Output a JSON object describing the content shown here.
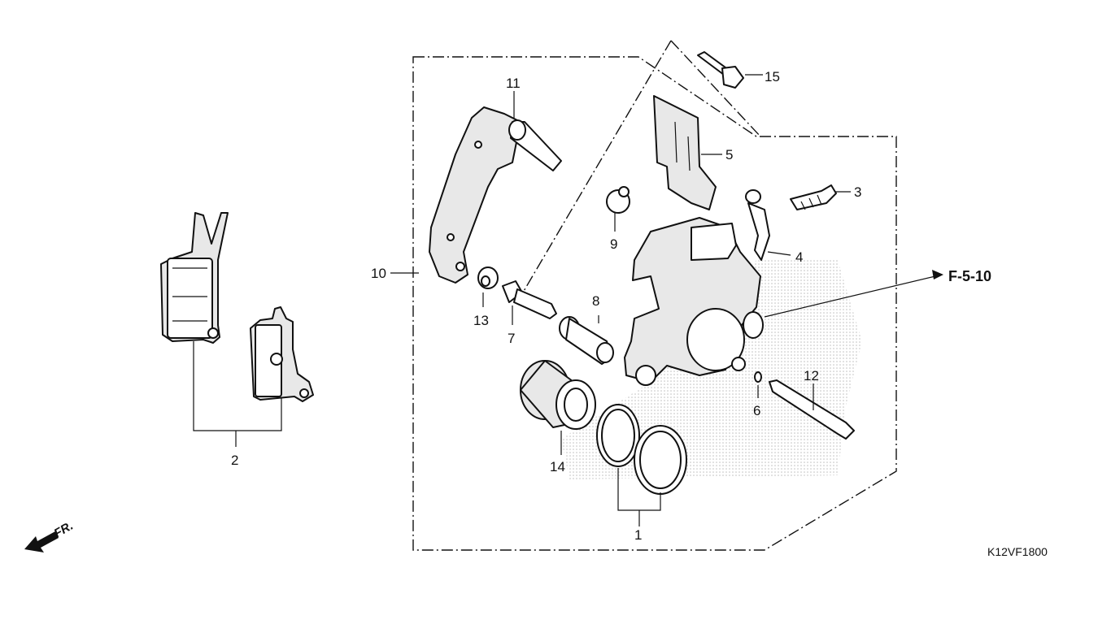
{
  "diagram": {
    "part_numbers": [
      "1",
      "2",
      "3",
      "4",
      "5",
      "6",
      "7",
      "8",
      "9",
      "10",
      "11",
      "12",
      "13",
      "14",
      "15"
    ],
    "reference": "F-5-10",
    "drawing_code": "K12VF1800",
    "direction_label": "FR."
  },
  "colors": {
    "ink": "#111111",
    "shade": "#9a9a9a",
    "background": "#ffffff"
  }
}
